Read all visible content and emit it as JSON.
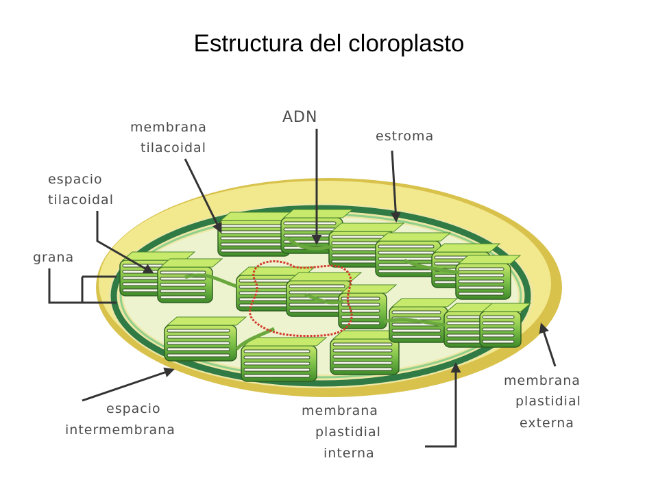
{
  "title": "Estructura del cloroplasto",
  "labels": {
    "adn": "ADN",
    "membrana_tilacoidal": [
      "membrana",
      "tilacoidal"
    ],
    "estroma": "estroma",
    "espacio_tilacoidal": [
      "espacio",
      "tilacoidal"
    ],
    "grana": "grana",
    "espacio_intermembrana": [
      "espacio",
      "intermembrana"
    ],
    "membrana_plastidial_interna": [
      "membrana",
      "plastidial",
      "interna"
    ],
    "membrana_plastidial_externa": [
      "membrana",
      "plastidial",
      "externa"
    ]
  },
  "colors": {
    "outer_membrane": "#e6d36a",
    "inner_membrane": "#2f8a4a",
    "stroma": "#eef3cf",
    "thylakoid": "#7fc24a",
    "dna": "#d23a2a"
  }
}
